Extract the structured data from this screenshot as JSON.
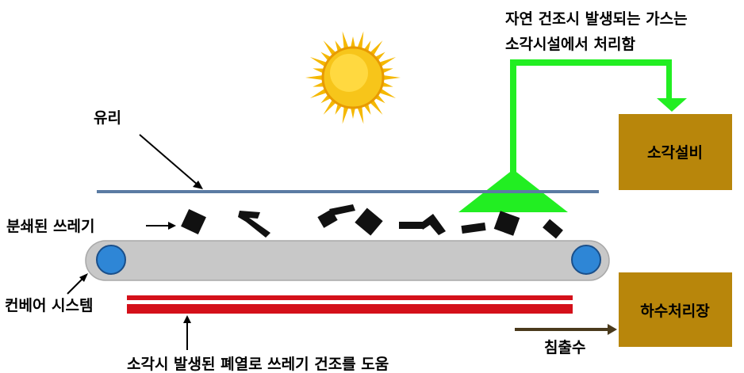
{
  "labels": {
    "gas_note_line1": "자연 건조시 발생되는 가스는",
    "gas_note_line2": "소각시설에서 처리함",
    "glass": "유리",
    "crushed_waste": "분쇄된 쓰레기",
    "conveyor_system": "컨베어 시스템",
    "waste_heat_note": "소각시 발생된 폐열로 쓰레기 건조를 도움",
    "leachate": "침출수"
  },
  "boxes": {
    "incinerator": "소각설비",
    "wastewater_treatment": "하수처리장"
  },
  "colors": {
    "glass_line": "#5b7ba3",
    "gas_arrow": "#22ee22",
    "facility_box": "#b8860b",
    "heater": "#d4101a",
    "conveyor_belt": "#c8c8c8",
    "roller": "#2e86d6",
    "waste": "#111111",
    "leachate_arrow": "#4a3a1c",
    "sun": "#f7c51a"
  },
  "icons": {
    "sun": "sun-icon",
    "roller": "roller-icon"
  }
}
